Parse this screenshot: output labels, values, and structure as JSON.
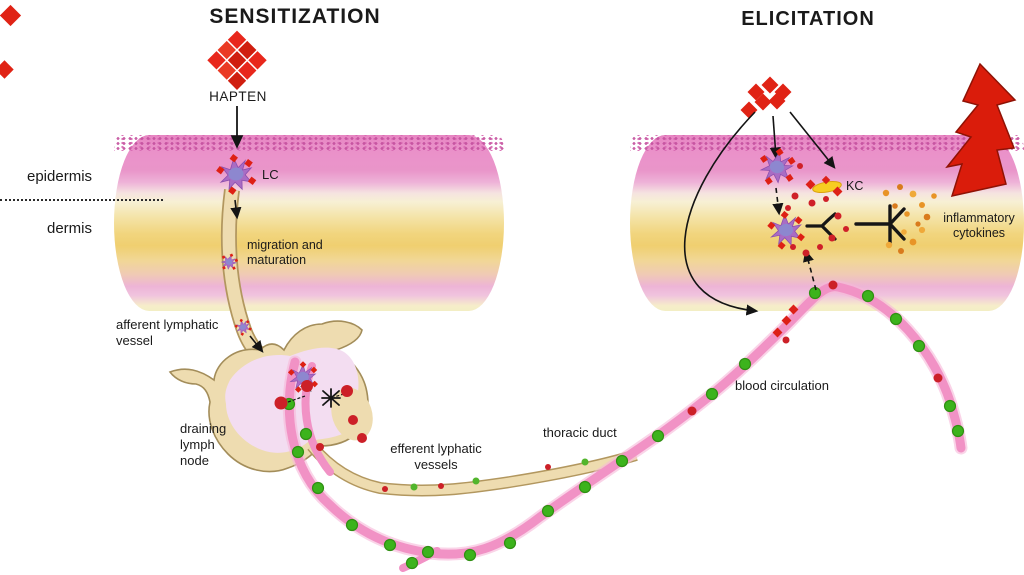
{
  "diagram": {
    "titles": {
      "left": "SENSITIZATION",
      "right": "ELICITATION"
    },
    "labels": {
      "hapten": "HAPTEN",
      "epidermis": "epidermis",
      "dermis": "dermis",
      "lc": "LC",
      "kc": "KC",
      "migration": "migration and maturation",
      "afferent_vessel": "afferent lymphatic vessel",
      "draining_node": "draining lymph node",
      "efferent_vessels": "efferent lyphatic vessels",
      "thoracic_duct": "thoracic duct",
      "blood_circulation": "blood circulation",
      "inflammatory_cytokines": "inflammatory cytokines"
    },
    "icons": [
      "hapten-cluster-icon",
      "langerhans-cell-icon",
      "keratinocyte-icon",
      "t-cell-icon",
      "lymph-node",
      "lightning-bolt-icon",
      "green-lymphocyte-dot",
      "red-hapten-dot",
      "cytokine-dot"
    ],
    "colors": {
      "hapten_red": "#e02315",
      "skin_pink": "#ea93ca",
      "skin_yellow": "#f1d57e",
      "vessel_tan_fill": "#eedcb0",
      "vessel_tan_outline": "#b2975f",
      "blood_vessel_pink": "#f192c5",
      "lymph_node_inner": "#f3ddf1",
      "lymphocyte_green": "#3cb31c",
      "cell_purple": "#8d87cf",
      "cell_purple_arms": "#a96cc4",
      "kc_yellow": "#f7cd22",
      "cytokine_orange": "#e89426",
      "bolt_red": "#da1c0b",
      "text_black": "#1a1a1a"
    }
  }
}
